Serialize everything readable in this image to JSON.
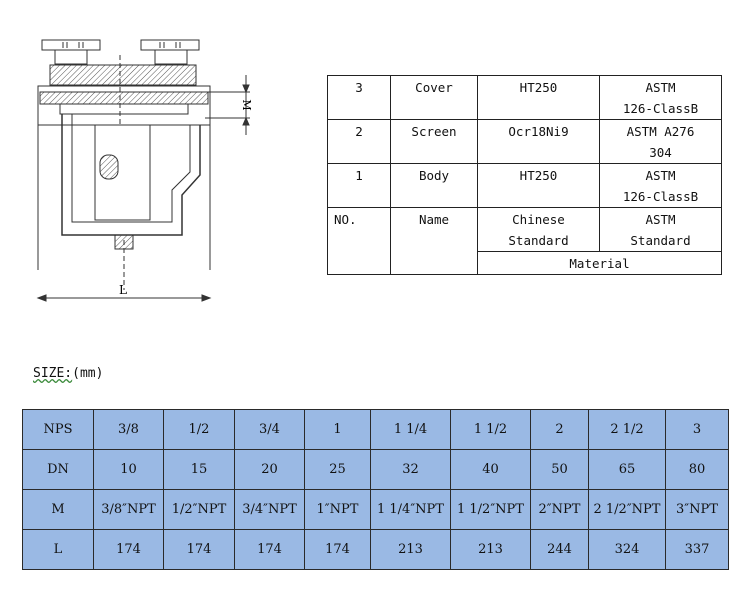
{
  "drawing": {
    "dim_l_label": "L",
    "dim_m_label": "M"
  },
  "materials": {
    "rows": [
      {
        "no": "3",
        "name": "Cover",
        "chinese": "HT250",
        "astm": "ASTM\n126-ClassB"
      },
      {
        "no": "2",
        "name": "Screen",
        "chinese": "Ocr18Ni9",
        "astm": "ASTM A276\n304"
      },
      {
        "no": "1",
        "name": "Body",
        "chinese": "HT250",
        "astm": "ASTM\n126-ClassB"
      }
    ],
    "header": {
      "no": "NO.",
      "name": "Name",
      "chinese": "Chinese\nStandard",
      "astm": "ASTM\nStandard"
    },
    "footer": "Material"
  },
  "size": {
    "label": "SIZE:",
    "unit": "(mm)",
    "rows": [
      {
        "head": "NPS",
        "cells": [
          "3/8",
          "1/2",
          "3/4",
          "1",
          "1 1/4",
          "1 1/2",
          "2",
          "2 1/2",
          "3"
        ]
      },
      {
        "head": "DN",
        "cells": [
          "10",
          "15",
          "20",
          "25",
          "32",
          "40",
          "50",
          "65",
          "80"
        ]
      },
      {
        "head": "M",
        "cells": [
          "3/8″NPT",
          "1/2″NPT",
          "3/4″NPT",
          "1″NPT",
          "1 1/4″NPT",
          "1 1/2″NPT",
          "2″NPT",
          "2 1/2″NPT",
          "3″NPT"
        ]
      },
      {
        "head": "L",
        "cells": [
          "174",
          "174",
          "174",
          "174",
          "213",
          "213",
          "244",
          "324",
          "337"
        ]
      }
    ]
  }
}
